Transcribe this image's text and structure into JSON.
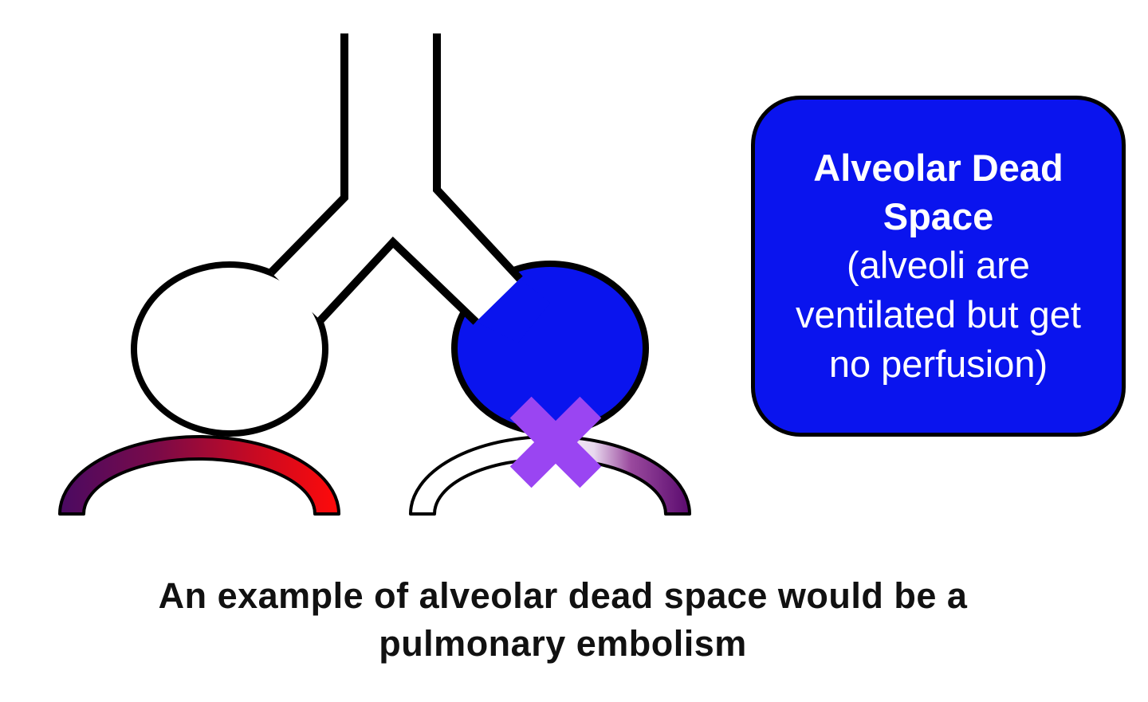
{
  "label": {
    "title": "Alveolar Dead Space",
    "description": "(alveoli are ventilated but get no perfusion)"
  },
  "caption": "An example of alveolar dead space would be a pulmonary embolism",
  "colors": {
    "ventilated_alveolus_fill": "#0a14ee",
    "box_fill": "#0a14ee",
    "embolism_marker": "#9a45f2",
    "oxygenated_blood": "#ff0a0a",
    "deoxygenated_blood": "#5a0a6e",
    "outline": "#000000"
  }
}
